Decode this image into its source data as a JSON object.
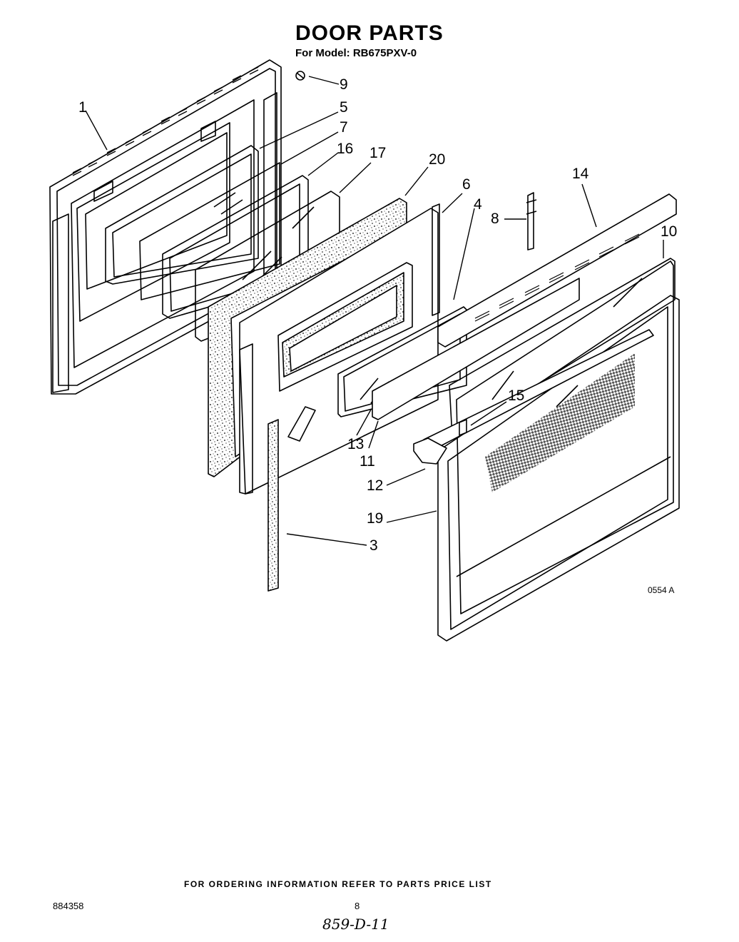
{
  "header": {
    "title": "DOOR PARTS",
    "subtitle": "For Model: RB675PXV-0"
  },
  "callouts": {
    "c1": "1",
    "c3": "3",
    "c4": "4",
    "c5": "5",
    "c6": "6",
    "c7": "7",
    "c8": "8",
    "c9": "9",
    "c10": "10",
    "c11": "11",
    "c12": "12",
    "c13": "13",
    "c14": "14",
    "c15": "15",
    "c16": "16",
    "c17": "17",
    "c19": "19",
    "c20": "20"
  },
  "figure_code": "0554 A",
  "footer": {
    "ordering_note": "FOR ORDERING INFORMATION REFER TO PARTS PRICE LIST",
    "document_number": "884358",
    "page_number": "8",
    "handwritten_note": "859-D-11"
  }
}
